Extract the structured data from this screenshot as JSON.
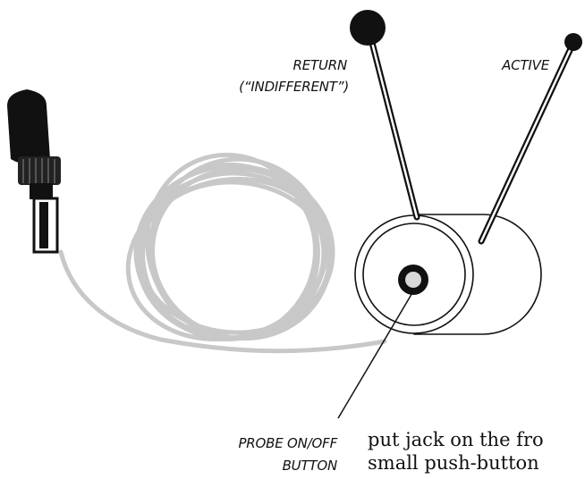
{
  "labels": {
    "return_line1": "RETURN",
    "return_line2": "(“INDIFFERENT”)",
    "active": "ACTIVE",
    "probe_line1": "PROBE ON/OFF",
    "probe_line2": "BUTTON"
  },
  "body_text": {
    "line1": "put jack on the fro",
    "line2": "small push-button"
  },
  "colors": {
    "outline": "#111111",
    "cable": "#c8c8c8",
    "button_fill": "#d9d9d9",
    "background": "#ffffff"
  }
}
